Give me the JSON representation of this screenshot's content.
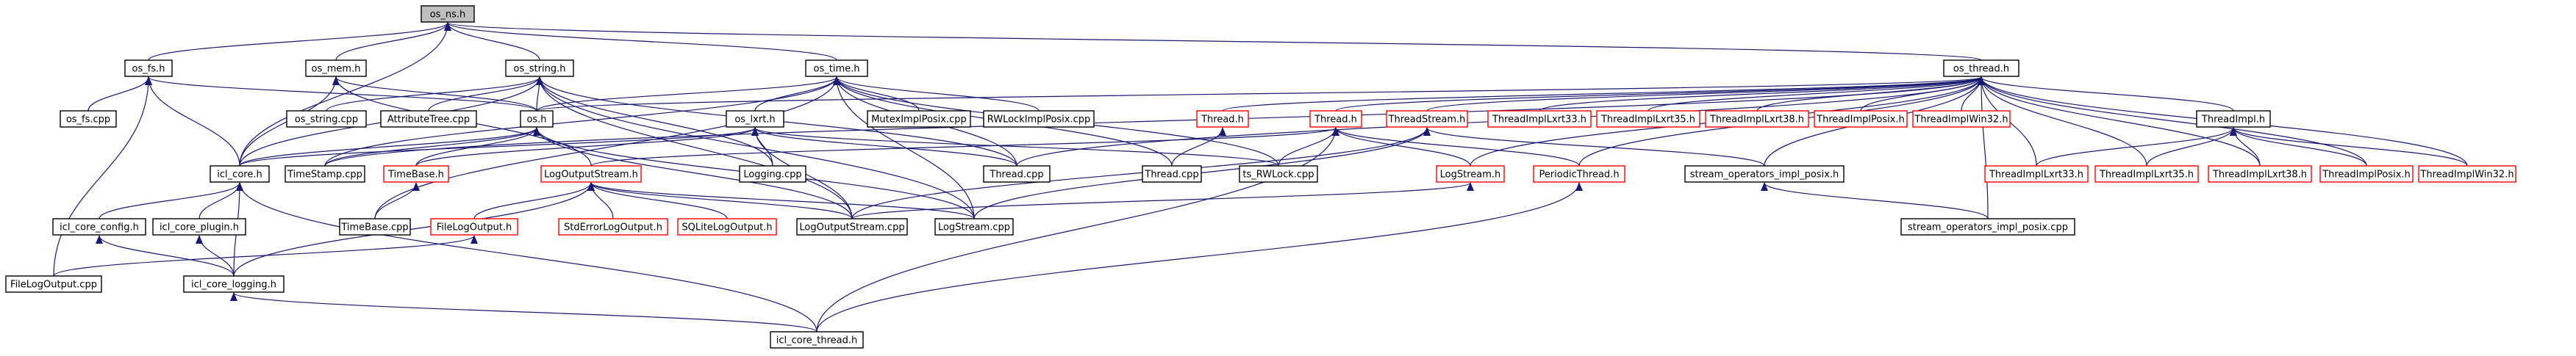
{
  "graph": {
    "title": "os_ns.h",
    "nodes": [
      {
        "id": "os_ns.h",
        "label": "os_ns.h",
        "style": "root"
      },
      {
        "id": "os_fs.h",
        "label": "os_fs.h",
        "style": "black"
      },
      {
        "id": "os_mem.h",
        "label": "os_mem.h",
        "style": "black"
      },
      {
        "id": "os_string.h",
        "label": "os_string.h",
        "style": "black"
      },
      {
        "id": "os_time.h",
        "label": "os_time.h",
        "style": "black"
      },
      {
        "id": "os_thread.h",
        "label": "os_thread.h",
        "style": "black"
      },
      {
        "id": "os_fs.cpp",
        "label": "os_fs.cpp",
        "style": "black"
      },
      {
        "id": "os.h",
        "label": "os.h",
        "style": "black"
      },
      {
        "id": "os_string.cpp",
        "label": "os_string.cpp",
        "style": "black"
      },
      {
        "id": "AttributeTree.cpp",
        "label": "AttributeTree.cpp",
        "style": "black"
      },
      {
        "id": "os_lxrt.h",
        "label": "os_lxrt.h",
        "style": "black"
      },
      {
        "id": "MutexImplPosix.cpp",
        "label": "MutexImplPosix.cpp",
        "style": "black"
      },
      {
        "id": "RWLockImplPosix.cpp",
        "label": "RWLockImplPosix.cpp",
        "style": "black"
      },
      {
        "id": "Thread.h",
        "label": "Thread.h",
        "style": "red"
      },
      {
        "id": "Thread.h#2",
        "label": "Thread.h",
        "style": "red"
      },
      {
        "id": "ThreadStream.h",
        "label": "ThreadStream.h",
        "style": "red"
      },
      {
        "id": "ThreadImplLxrt33.h",
        "label": "ThreadImplLxrt33.h",
        "style": "red"
      },
      {
        "id": "ThreadImplLxrt35.h",
        "label": "ThreadImplLxrt35.h",
        "style": "red"
      },
      {
        "id": "ThreadImplLxrt38.h",
        "label": "ThreadImplLxrt38.h",
        "style": "red"
      },
      {
        "id": "ThreadImplPosix.h",
        "label": "ThreadImplPosix.h",
        "style": "red"
      },
      {
        "id": "ThreadImplWin32.h",
        "label": "ThreadImplWin32.h",
        "style": "red"
      },
      {
        "id": "ThreadImpl.h",
        "label": "ThreadImpl.h",
        "style": "black"
      },
      {
        "id": "icl_core.h",
        "label": "icl_core.h",
        "style": "black"
      },
      {
        "id": "TimeStamp.cpp",
        "label": "TimeStamp.cpp",
        "style": "black"
      },
      {
        "id": "TimeBase.h",
        "label": "TimeBase.h",
        "style": "red"
      },
      {
        "id": "LogOutputStream.h",
        "label": "LogOutputStream.h",
        "style": "red"
      },
      {
        "id": "Logging.cpp",
        "label": "Logging.cpp",
        "style": "black"
      },
      {
        "id": "Thread.cpp",
        "label": "Thread.cpp",
        "style": "black"
      },
      {
        "id": "Thread.cpp#2",
        "label": "Thread.cpp",
        "style": "black"
      },
      {
        "id": "ts_RWLock.cpp",
        "label": "ts_RWLock.cpp",
        "style": "black"
      },
      {
        "id": "LogStream.h",
        "label": "LogStream.h",
        "style": "red"
      },
      {
        "id": "PeriodicThread.h",
        "label": "PeriodicThread.h",
        "style": "red"
      },
      {
        "id": "stream_operators_impl_posix.h",
        "label": "stream_operators_impl_posix.h",
        "style": "black"
      },
      {
        "id": "ThreadImplLxrt33.h#2",
        "label": "ThreadImplLxrt33.h",
        "style": "red"
      },
      {
        "id": "ThreadImplLxrt35.h#2",
        "label": "ThreadImplLxrt35.h",
        "style": "red"
      },
      {
        "id": "ThreadImplLxrt38.h#2",
        "label": "ThreadImplLxrt38.h",
        "style": "red"
      },
      {
        "id": "ThreadImplPosix.h#2",
        "label": "ThreadImplPosix.h",
        "style": "red"
      },
      {
        "id": "ThreadImplWin32.h#2",
        "label": "ThreadImplWin32.h",
        "style": "red"
      },
      {
        "id": "icl_core_config.h",
        "label": "icl_core_config.h",
        "style": "black"
      },
      {
        "id": "icl_core_plugin.h",
        "label": "icl_core_plugin.h",
        "style": "black"
      },
      {
        "id": "TimeBase.cpp",
        "label": "TimeBase.cpp",
        "style": "black"
      },
      {
        "id": "FileLogOutput.h",
        "label": "FileLogOutput.h",
        "style": "red"
      },
      {
        "id": "StdErrorLogOutput.h",
        "label": "StdErrorLogOutput.h",
        "style": "red"
      },
      {
        "id": "SQLiteLogOutput.h",
        "label": "SQLiteLogOutput.h",
        "style": "red"
      },
      {
        "id": "LogOutputStream.cpp",
        "label": "LogOutputStream.cpp",
        "style": "black"
      },
      {
        "id": "LogStream.cpp",
        "label": "LogStream.cpp",
        "style": "black"
      },
      {
        "id": "stream_operators_impl_posix.cpp",
        "label": "stream_operators_impl_posix.cpp",
        "style": "black"
      },
      {
        "id": "FileLogOutput.cpp",
        "label": "FileLogOutput.cpp",
        "style": "black"
      },
      {
        "id": "icl_core_logging.h",
        "label": "icl_core_logging.h",
        "style": "black"
      },
      {
        "id": "icl_core_thread.h",
        "label": "icl_core_thread.h",
        "style": "black"
      }
    ],
    "edges": [
      [
        "os_fs.h",
        "os_ns.h"
      ],
      [
        "os_mem.h",
        "os_ns.h"
      ],
      [
        "os_string.h",
        "os_ns.h"
      ],
      [
        "os_time.h",
        "os_ns.h"
      ],
      [
        "os_thread.h",
        "os_ns.h"
      ],
      [
        "icl_core.h",
        "os_ns.h"
      ],
      [
        "os_fs.cpp",
        "os_fs.h"
      ],
      [
        "os.h",
        "os_fs.h"
      ],
      [
        "icl_core.h",
        "os_fs.h"
      ],
      [
        "FileLogOutput.cpp",
        "os_fs.h"
      ],
      [
        "os.h",
        "os_mem.h"
      ],
      [
        "icl_core.h",
        "os_mem.h"
      ],
      [
        "LogOutputStream.h",
        "os_mem.h"
      ],
      [
        "os.h",
        "os_string.h"
      ],
      [
        "os_string.cpp",
        "os_string.h"
      ],
      [
        "AttributeTree.cpp",
        "os_string.h"
      ],
      [
        "icl_core.h",
        "os_string.h"
      ],
      [
        "Logging.cpp",
        "os_string.h"
      ],
      [
        "Thread.cpp",
        "os_string.h"
      ],
      [
        "LogOutputStream.cpp",
        "os_string.h"
      ],
      [
        "LogStream.cpp",
        "os_string.h"
      ],
      [
        "os.h",
        "os_time.h"
      ],
      [
        "os_lxrt.h",
        "os_time.h"
      ],
      [
        "MutexImplPosix.cpp",
        "os_time.h"
      ],
      [
        "RWLockImplPosix.cpp",
        "os_time.h"
      ],
      [
        "TimeStamp.cpp",
        "os_time.h"
      ],
      [
        "TimeBase.cpp",
        "os_time.h"
      ],
      [
        "Thread.cpp",
        "os_time.h"
      ],
      [
        "Thread.cpp#2",
        "os_time.h"
      ],
      [
        "ts_RWLock.cpp",
        "os_time.h"
      ],
      [
        "LogStream.cpp",
        "os_time.h"
      ],
      [
        "os.h",
        "os_thread.h"
      ],
      [
        "Thread.h",
        "os_thread.h"
      ],
      [
        "Thread.h#2",
        "os_thread.h"
      ],
      [
        "ThreadStream.h",
        "os_thread.h"
      ],
      [
        "ThreadImplLxrt33.h",
        "os_thread.h"
      ],
      [
        "ThreadImplLxrt35.h",
        "os_thread.h"
      ],
      [
        "ThreadImplLxrt38.h",
        "os_thread.h"
      ],
      [
        "ThreadImplPosix.h",
        "os_thread.h"
      ],
      [
        "ThreadImplWin32.h",
        "os_thread.h"
      ],
      [
        "ThreadImpl.h",
        "os_thread.h"
      ],
      [
        "PeriodicThread.h",
        "os_thread.h"
      ],
      [
        "stream_operators_impl_posix.h",
        "os_thread.h"
      ],
      [
        "stream_operators_impl_posix.cpp",
        "os_thread.h"
      ],
      [
        "LogStream.h",
        "os_thread.h"
      ],
      [
        "ThreadImplLxrt33.h#2",
        "os_thread.h"
      ],
      [
        "ThreadImplLxrt35.h#2",
        "os_thread.h"
      ],
      [
        "ThreadImplLxrt38.h#2",
        "os_thread.h"
      ],
      [
        "ThreadImplPosix.h#2",
        "os_thread.h"
      ],
      [
        "ThreadImplWin32.h#2",
        "os_thread.h"
      ],
      [
        "TimeStamp.cpp",
        "os_thread.h"
      ],
      [
        "Thread.cpp",
        "os_thread.h"
      ],
      [
        "ThreadImplLxrt33.h#2",
        "ThreadImpl.h"
      ],
      [
        "ThreadImplLxrt35.h#2",
        "ThreadImpl.h"
      ],
      [
        "ThreadImplLxrt38.h#2",
        "ThreadImpl.h"
      ],
      [
        "ThreadImplPosix.h#2",
        "ThreadImpl.h"
      ],
      [
        "ThreadImplWin32.h#2",
        "ThreadImpl.h"
      ],
      [
        "icl_core.h",
        "os.h"
      ],
      [
        "TimeStamp.cpp",
        "os.h"
      ],
      [
        "TimeBase.h",
        "os.h"
      ],
      [
        "LogOutputStream.cpp",
        "os.h"
      ],
      [
        "LogStream.cpp",
        "os.h"
      ],
      [
        "icl_core.h",
        "os_lxrt.h"
      ],
      [
        "TimeBase.h",
        "os_lxrt.h"
      ],
      [
        "Logging.cpp",
        "os_lxrt.h"
      ],
      [
        "Thread.cpp",
        "os_lxrt.h"
      ],
      [
        "ts_RWLock.cpp",
        "os_lxrt.h"
      ],
      [
        "LogOutputStream.cpp",
        "os_lxrt.h"
      ],
      [
        "Thread.cpp#2",
        "Thread.h"
      ],
      [
        "LogStream.h",
        "Thread.h#2"
      ],
      [
        "ts_RWLock.cpp",
        "Thread.h#2"
      ],
      [
        "LogOutputStream.h",
        "Thread.h#2"
      ],
      [
        "PeriodicThread.h",
        "Thread.h#2"
      ],
      [
        "icl_core_thread.h",
        "Thread.h#2"
      ],
      [
        "LogStream.cpp",
        "ThreadStream.h"
      ],
      [
        "LogOutputStream.cpp",
        "ThreadStream.h"
      ],
      [
        "stream_operators_impl_posix.h",
        "ThreadStream.h"
      ],
      [
        "LogOutputStream.cpp",
        "LogStream.h"
      ],
      [
        "icl_core_thread.h",
        "PeriodicThread.h"
      ],
      [
        "stream_operators_impl_posix.cpp",
        "stream_operators_impl_posix.h"
      ],
      [
        "icl_core_config.h",
        "icl_core.h"
      ],
      [
        "icl_core_plugin.h",
        "icl_core.h"
      ],
      [
        "icl_core_logging.h",
        "icl_core.h"
      ],
      [
        "icl_core_thread.h",
        "icl_core.h"
      ],
      [
        "TimeBase.cpp",
        "TimeBase.h"
      ],
      [
        "FileLogOutput.h",
        "LogOutputStream.h"
      ],
      [
        "StdErrorLogOutput.h",
        "LogOutputStream.h"
      ],
      [
        "SQLiteLogOutput.h",
        "LogOutputStream.h"
      ],
      [
        "LogOutputStream.cpp",
        "LogOutputStream.h"
      ],
      [
        "LogStream.cpp",
        "LogOutputStream.h"
      ],
      [
        "icl_core_logging.h",
        "LogOutputStream.h"
      ],
      [
        "icl_core_logging.h",
        "icl_core_config.h"
      ],
      [
        "icl_core_logging.h",
        "icl_core_plugin.h"
      ],
      [
        "FileLogOutput.cpp",
        "FileLogOutput.h"
      ],
      [
        "icl_core_thread.h",
        "icl_core_logging.h"
      ]
    ]
  }
}
